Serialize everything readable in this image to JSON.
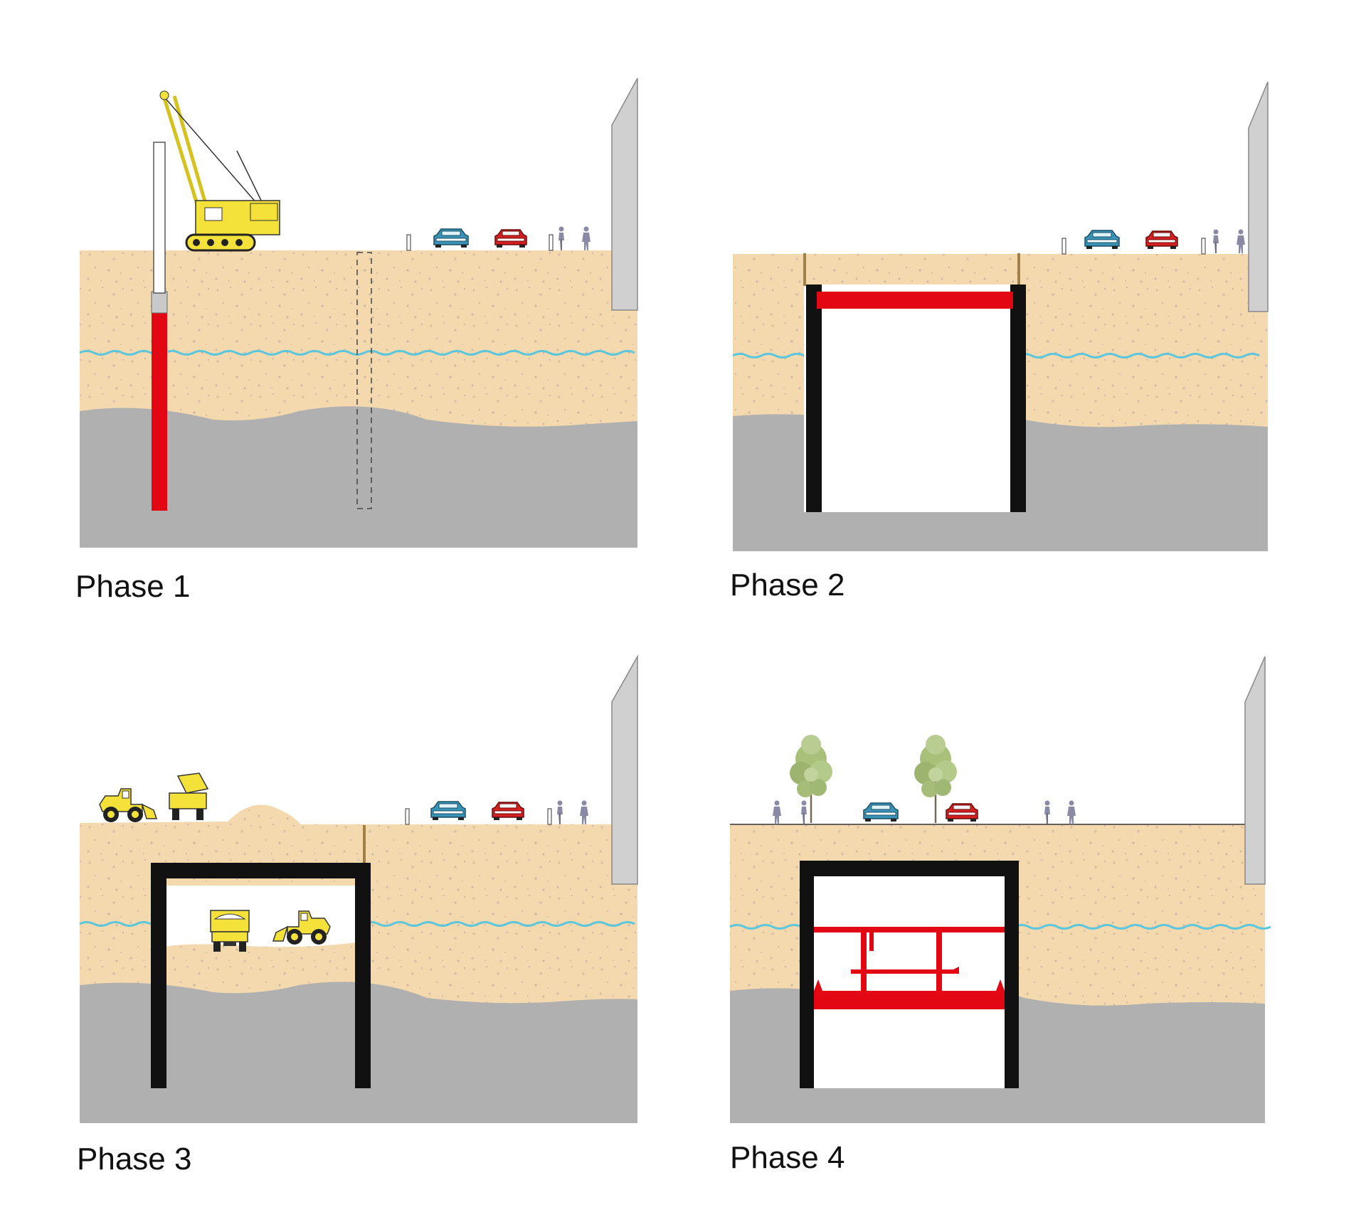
{
  "phases": [
    {
      "label": "Phase 1"
    },
    {
      "label": "Phase 2"
    },
    {
      "label": "Phase 3"
    },
    {
      "label": "Phase 4"
    }
  ],
  "colors": {
    "sand": "#f5d9ae",
    "clay": "#b0b0b0",
    "water": "#5bc6dc",
    "wall": "#111111",
    "steel": "#e30613",
    "machine": "#f4e23a",
    "building": "#d0d0d0",
    "car_blue": "#3a93b6",
    "car_red": "#d42020"
  },
  "icons": [
    "pile-driver-crane-icon",
    "car-icon",
    "pedestrian-icon",
    "cyclist-icon",
    "wheel-loader-icon",
    "dump-truck-icon",
    "tree-icon",
    "building-icon",
    "water-table-icon"
  ]
}
